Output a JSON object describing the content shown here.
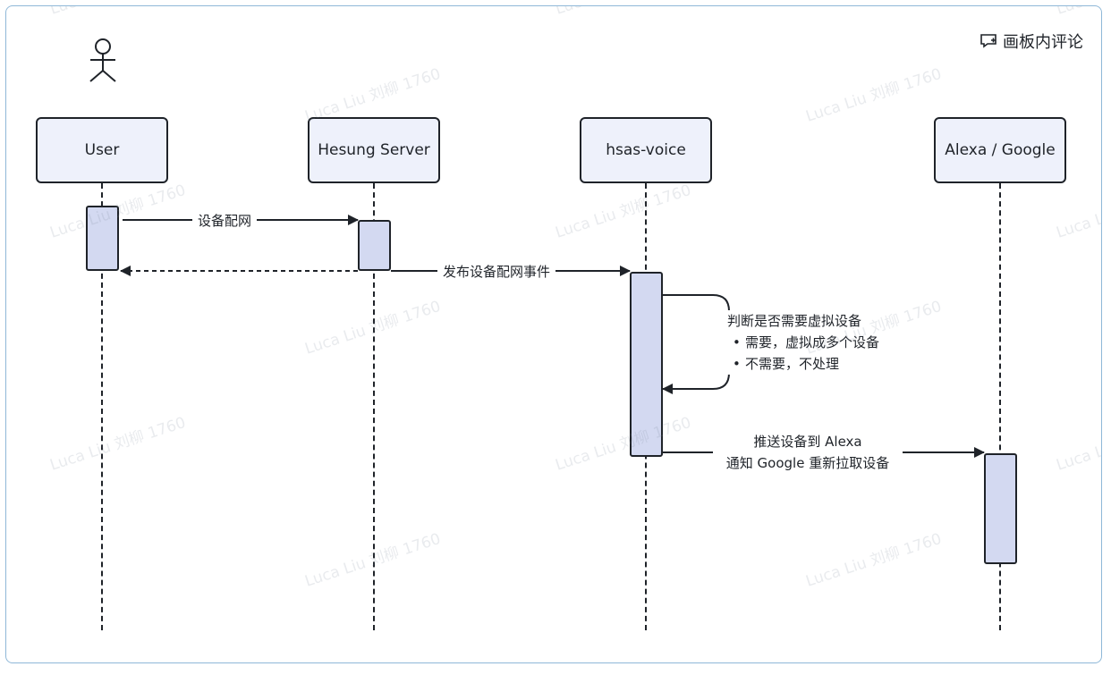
{
  "board_comment_label": "画板内评论",
  "actor_icon": "person-icon",
  "participants": [
    "User",
    "Hesung Server",
    "hsas-voice",
    "Alexa / Google"
  ],
  "messages": {
    "m1": "设备配网",
    "m3": "发布设备配网事件",
    "m5_line1": "推送设备到 Alexa",
    "m5_line2": "通知 Google 重新拉取设备"
  },
  "self_note": {
    "title": "判断是否需要虚拟设备",
    "items": [
      "需要，虚拟成多个设备",
      "不需要，不处理"
    ]
  },
  "watermark": "Luca Liu 刘柳 1760",
  "colors": {
    "activation": "#d3d9f1",
    "participant_fill": "#eef1fb",
    "stroke": "#1f2329",
    "frame_border": "#8fb8d8"
  }
}
